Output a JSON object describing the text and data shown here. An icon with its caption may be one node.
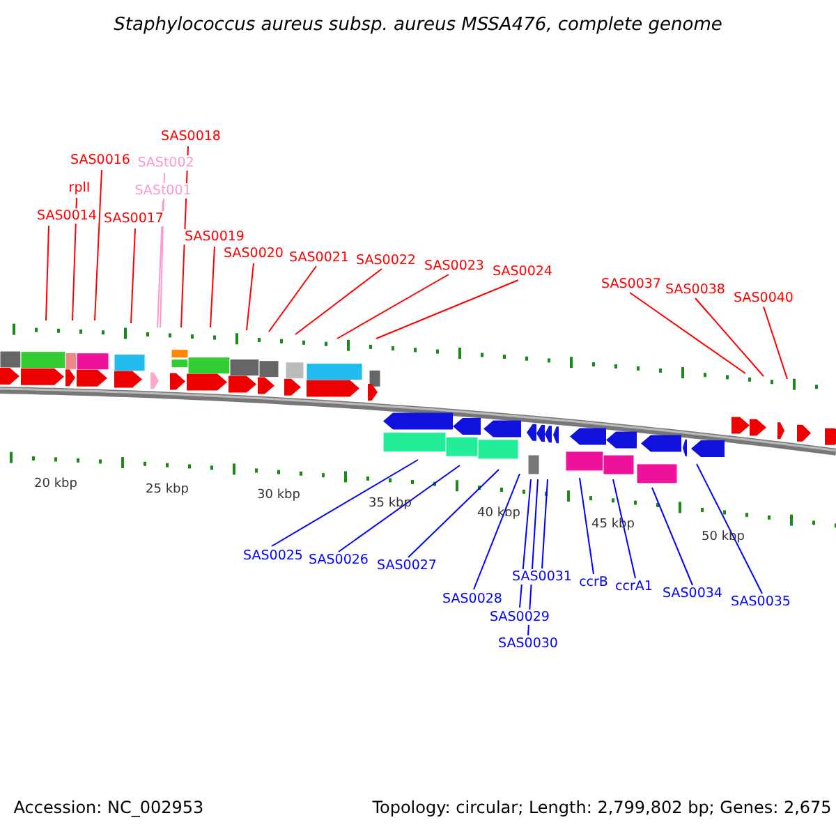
{
  "diagram": {
    "title": "Staphylococcus aureus subsp. aureus MSSA476, complete genome",
    "nodes": [
      {
        "text": [
          "SAS0014"
        ]
      },
      {
        "text": [
          "rplI"
        ]
      },
      {
        "text": [
          "SAS0016"
        ]
      },
      {
        "text": [
          "SAS0017"
        ]
      },
      {
        "text": [
          "SAS0018"
        ]
      },
      {
        "text": [
          "SASt002"
        ]
      },
      {
        "text": [
          "SASt001"
        ]
      },
      {
        "text": [
          "SAS0019"
        ]
      },
      {
        "text": [
          "SAS0020"
        ]
      },
      {
        "text": [
          "SAS0021"
        ]
      },
      {
        "text": [
          "SAS0022"
        ]
      },
      {
        "text": [
          "SAS0023"
        ]
      },
      {
        "text": [
          "SAS0024"
        ]
      },
      {
        "text": [
          "SAS0037"
        ]
      },
      {
        "text": [
          "SAS0038"
        ]
      },
      {
        "text": [
          "SAS0040"
        ]
      },
      {
        "text": [
          "SAS0025"
        ]
      },
      {
        "text": [
          "SAS0026"
        ]
      },
      {
        "text": [
          "SAS0027"
        ]
      },
      {
        "text": [
          "SAS0028"
        ]
      },
      {
        "text": [
          "SAS0029"
        ]
      },
      {
        "text": [
          "SAS0030"
        ]
      },
      {
        "text": [
          "SAS0031"
        ]
      },
      {
        "text": [
          "ccrB"
        ]
      },
      {
        "text": [
          "ccrA1"
        ]
      },
      {
        "text": [
          "SAS0034"
        ]
      },
      {
        "text": [
          "SAS0035"
        ]
      }
    ],
    "edges": [
      {
        "from": 0,
        "to": null,
        "arrow": "none"
      },
      {
        "from": 1,
        "to": null,
        "arrow": "none"
      },
      {
        "from": 2,
        "to": null,
        "arrow": "none"
      },
      {
        "from": 3,
        "to": null,
        "arrow": "none"
      },
      {
        "from": 4,
        "to": null,
        "arrow": "none"
      },
      {
        "from": 5,
        "to": null,
        "arrow": "none",
        "color": "#ff99cc"
      },
      {
        "from": 6,
        "to": null,
        "arrow": "none",
        "color": "#ff99cc"
      },
      {
        "from": 7,
        "to": null,
        "arrow": "none"
      },
      {
        "from": 8,
        "to": null,
        "arrow": "none"
      },
      {
        "from": 9,
        "to": null,
        "arrow": "none"
      },
      {
        "from": 10,
        "to": null,
        "arrow": "none"
      },
      {
        "from": 11,
        "to": null,
        "arrow": "none"
      },
      {
        "from": 12,
        "to": null,
        "arrow": "none"
      },
      {
        "from": 13,
        "to": null,
        "arrow": "none"
      },
      {
        "from": 14,
        "to": null,
        "arrow": "none"
      },
      {
        "from": 15,
        "to": null,
        "arrow": "none"
      },
      {
        "from": 16,
        "to": null,
        "arrow": "none",
        "color": "#0000ff"
      },
      {
        "from": 17,
        "to": null,
        "arrow": "none",
        "color": "#0000ff"
      },
      {
        "from": 18,
        "to": null,
        "arrow": "none",
        "color": "#0000ff"
      },
      {
        "from": 19,
        "to": null,
        "arrow": "none",
        "color": "#0000ff"
      },
      {
        "from": 20,
        "to": null,
        "arrow": "none",
        "color": "#0000ff"
      },
      {
        "from": 21,
        "to": null,
        "arrow": "none",
        "color": "#0000ff"
      },
      {
        "from": 22,
        "to": null,
        "arrow": "none",
        "color": "#0000ff"
      },
      {
        "from": 23,
        "to": null,
        "arrow": "none",
        "color": "#0000ff"
      },
      {
        "from": 24,
        "to": null,
        "arrow": "none",
        "color": "#0000ff"
      },
      {
        "from": 25,
        "to": null,
        "arrow": "none",
        "color": "#0000ff"
      },
      {
        "from": 26,
        "to": null,
        "arrow": "none",
        "color": "#0000ff"
      }
    ],
    "labels": [
      "20 kbp",
      "25 kbp",
      "30 kbp",
      "35 kbp",
      "40 kbp",
      "45 kbp",
      "50 kbp",
      "Accession: NC_002953",
      "Topology: circular; Length: 2,799,802 bp; Genes: 2,675"
    ]
  }
}
